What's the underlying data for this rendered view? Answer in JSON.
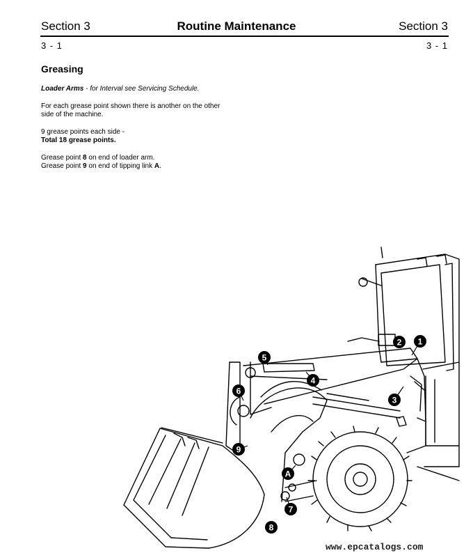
{
  "header": {
    "section_left": "Section 3",
    "title": "Routine Maintenance",
    "section_right": "Section 3",
    "page_left": "3 - 1",
    "page_right": "3 - 1"
  },
  "content": {
    "heading": "Greasing",
    "p1_bold_italic": "Loader Arms",
    "p1_italic": " - for Interval see Servicing Schedule.",
    "p2_line1": "For each grease point shown there is another on the other",
    "p2_line2": "side of the machine.",
    "p3_line1": "9 grease points each side -",
    "p3_line2": "Total 18 grease points.",
    "p4_line1_a": "Grease point ",
    "p4_line1_num": "8",
    "p4_line1_b": " on end of loader arm.",
    "p4_line2_a": "Grease point ",
    "p4_line2_num": "9",
    "p4_line2_b": " on end of tipping link ",
    "p4_line2_link": "A",
    "p4_line2_end": "."
  },
  "figure": {
    "callouts": [
      "1",
      "2",
      "3",
      "4",
      "5",
      "6",
      "7",
      "8",
      "9",
      "A"
    ]
  },
  "watermark": "www.epcatalogs.com"
}
